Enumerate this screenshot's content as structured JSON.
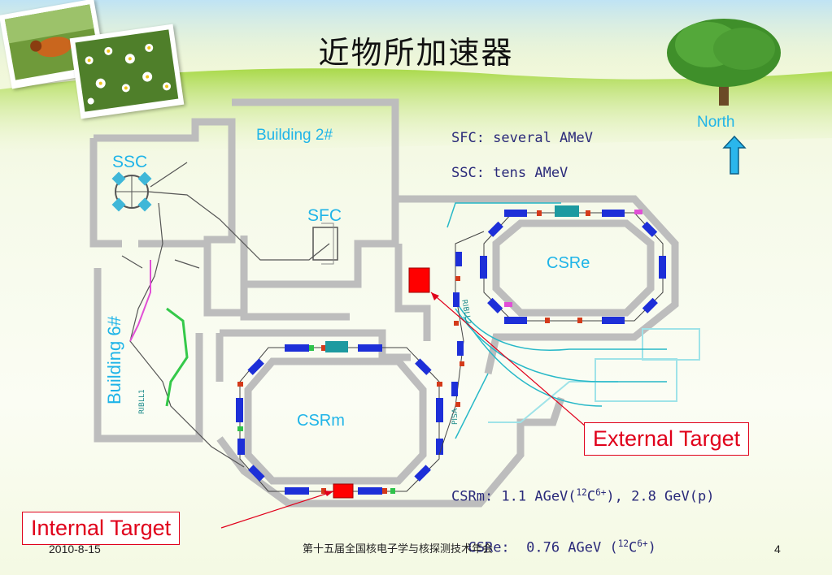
{
  "slide": {
    "title": "近物所加速器",
    "north_label": "North",
    "labels": {
      "building2": "Building 2#",
      "building6": "Building 6#",
      "ssc": "SSC",
      "sfc": "SFC",
      "csre": "CSRe",
      "csrm": "CSRm",
      "ribll1": "RIBLL1",
      "ribll2": "RIBLL2",
      "pisa": "PISA"
    },
    "notes": {
      "sfc_energy": "SFC: several AMeV",
      "ssc_energy": "SSC: tens AMeV",
      "csrm_prefix": "CSRm: 1.1 AGeV(",
      "csrm_sup_12": "12",
      "csrm_c": "C",
      "csrm_sup_6": "6+",
      "csrm_suffix": "), 2.8 GeV(p)",
      "csre_prefix": "CSRe:  0.76 AGeV (",
      "csre_sup_12": "12",
      "csre_c": "C",
      "csre_sup_6": "6+",
      "csre_suffix": ")"
    },
    "internal_target": "Internal Target",
    "external_target": "External Target",
    "footer": {
      "date": "2010-8-15",
      "conference": "第十五届全国核电子学与核探测技术年会",
      "page": "4"
    },
    "colors": {
      "accent_cyan": "#1fb4e8",
      "target_red": "#e0001b",
      "wall_gray": "#bdbdbd",
      "magnet_blue": "#1d2fd8"
    }
  }
}
